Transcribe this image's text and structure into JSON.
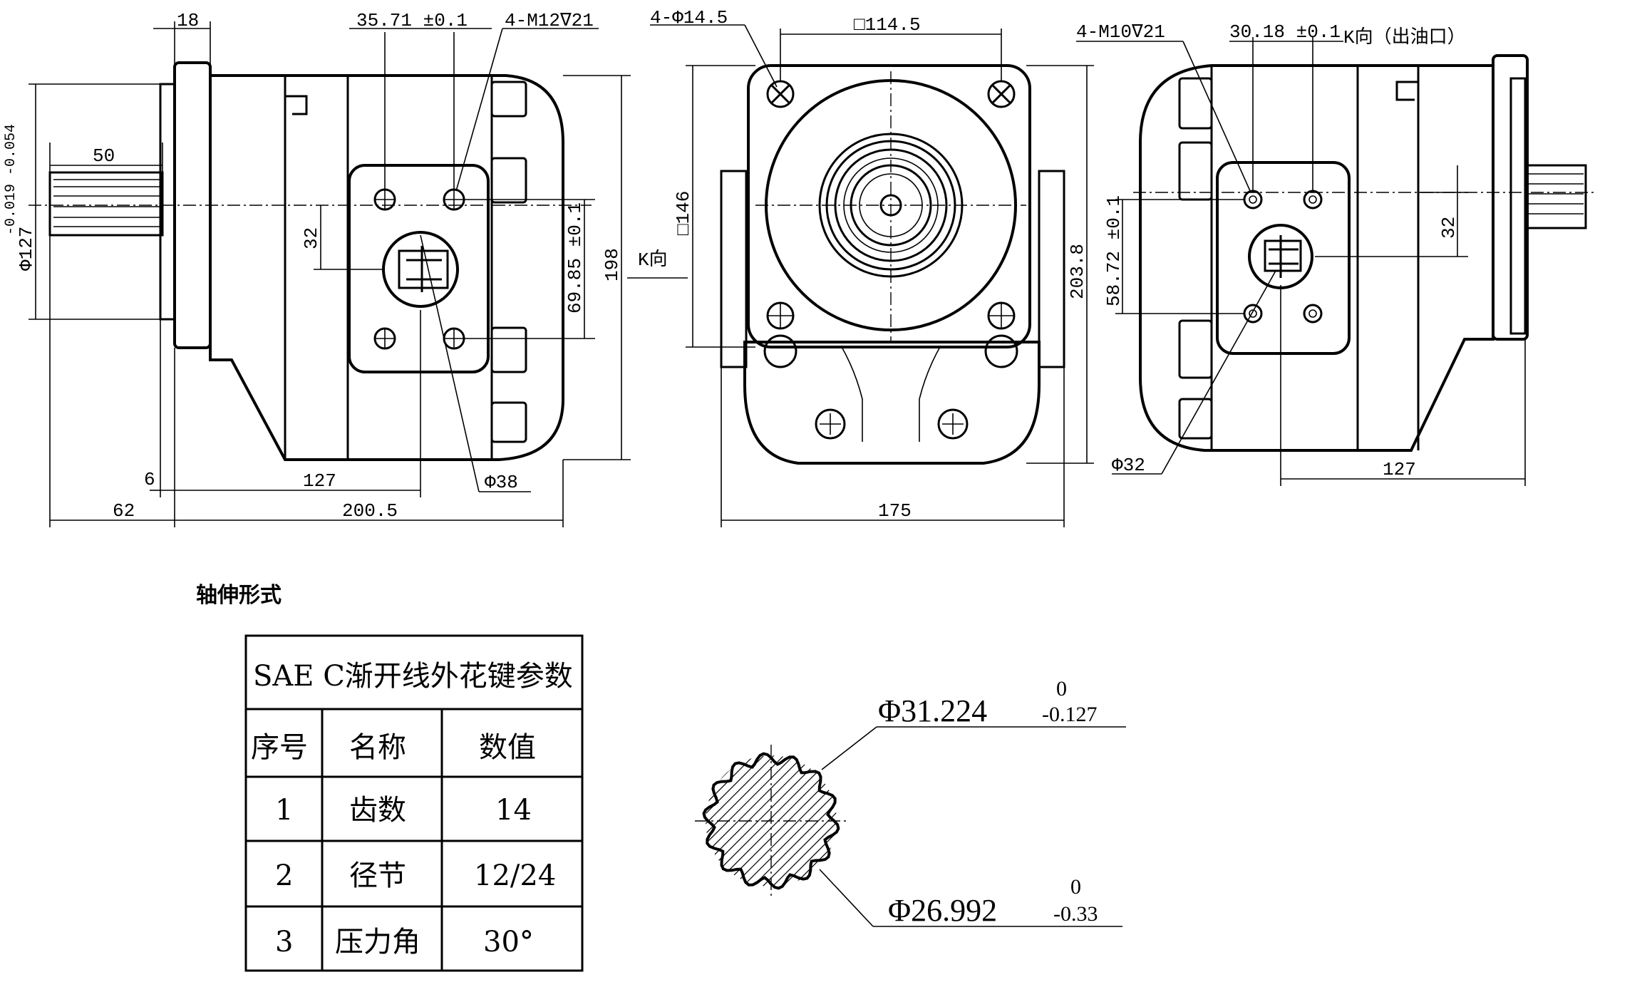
{
  "side_view": {
    "dims": {
      "flange_thick": "18",
      "port_spacing": "35.71 ±0.1",
      "thread_spec": "4-M12∇21",
      "shaft_length": "50",
      "shaft_tol": "-0.019\n-0.054",
      "pilot_dia": "Φ127",
      "shaft_offset": "32",
      "port_vspacing": "69.85 ±0.1",
      "height": "198",
      "k_view": "K向",
      "port_dia": "Φ38",
      "pilot_depth": "6",
      "port_position": "127",
      "shaft_overhang": "62",
      "body_length": "200.5"
    }
  },
  "front_view": {
    "dims": {
      "mount_holes": "4-Φ14.5",
      "bolt_square": "□114.5",
      "body_square": "□146",
      "overall_height": "203.8",
      "overall_width": "175"
    }
  },
  "k_view": {
    "dims": {
      "thread_spec": "4-M10∇21",
      "port_spacing": "30.18 ±0.1",
      "title": "K向（出油口）",
      "port_vspacing": "58.72 ±0.1",
      "shaft_offset": "32",
      "port_dia": "Φ32",
      "port_position": "127"
    }
  },
  "shaft_section": {
    "heading": "轴伸形式",
    "outer_dia": "Φ31.224",
    "outer_tol_upper": "0",
    "outer_tol_lower": "-0.127",
    "root_dia": "Φ26.992",
    "root_tol_upper": "0",
    "root_tol_lower": "-0.33"
  },
  "spline_table": {
    "title": "SAE C渐开线外花键参数",
    "columns": [
      "序号",
      "名称",
      "数值"
    ],
    "rows": [
      {
        "no": "1",
        "name": "齿数",
        "value": "14"
      },
      {
        "no": "2",
        "name": "径节",
        "value": "12/24"
      },
      {
        "no": "3",
        "name": "压力角",
        "value": "30°"
      }
    ]
  }
}
